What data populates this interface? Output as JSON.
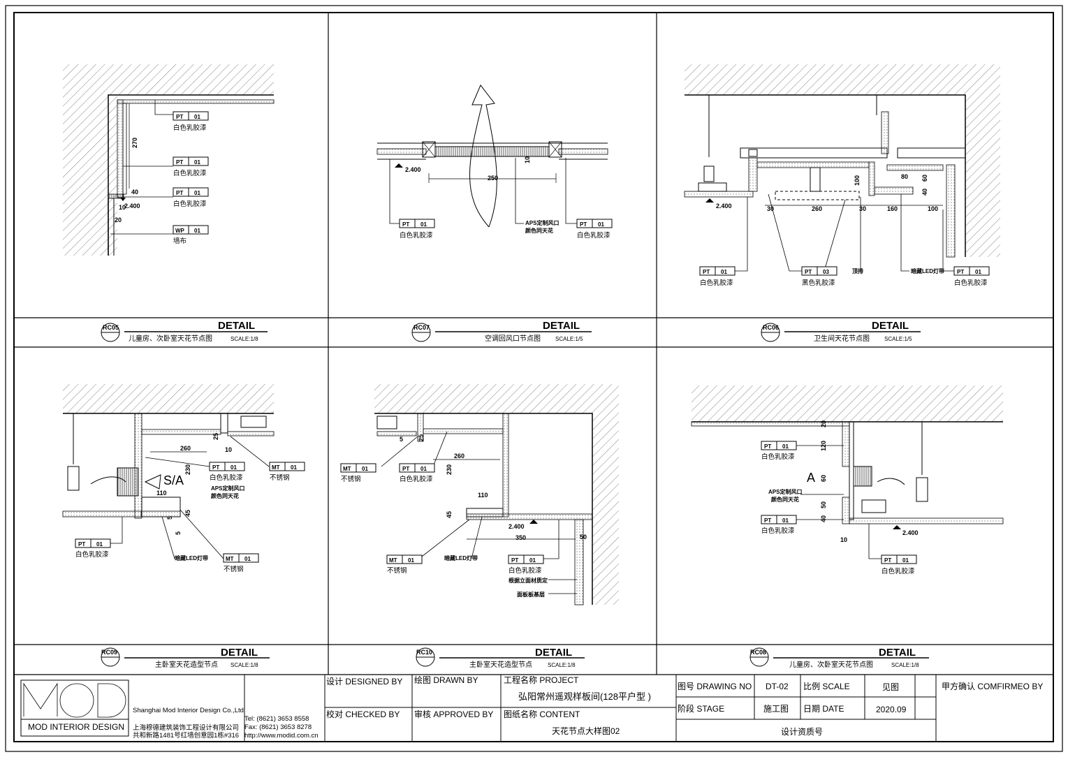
{
  "panels": [
    {
      "id": "RC05",
      "detail": "DETAIL",
      "title": "儿童房、次卧室天花节点图",
      "scale": "SCALE:1/8"
    },
    {
      "id": "RC07",
      "detail": "DETAIL",
      "title": "空调回风口节点图",
      "scale": "SCALE:1/5"
    },
    {
      "id": "RC06",
      "detail": "DETAIL",
      "title": "卫生间天花节点图",
      "scale": "SCALE:1/5"
    },
    {
      "id": "RC09",
      "detail": "DETAIL",
      "title": "主卧室天花造型节点",
      "scale": "SCALE:1/8"
    },
    {
      "id": "RC10",
      "detail": "DETAIL",
      "title": "主卧室天花造型节点",
      "scale": "SCALE:1/8"
    },
    {
      "id": "RC08",
      "detail": "DETAIL",
      "title": "儿童房、次卧室天花节点图",
      "scale": "SCALE:1/8"
    }
  ],
  "materials": {
    "pt": "PT",
    "mt": "MT",
    "wp": "WP",
    "code01": "01",
    "code03": "03",
    "white": "白色乳胶漆",
    "black": "黑色乳胶漆",
    "steel": "不锈钢",
    "wallcloth": "墙布"
  },
  "notes": {
    "aps": "APS定制风口",
    "aps2": "颜色同天花",
    "led": "暗藏LED灯带",
    "fan": "顶排",
    "keel": "根据立面材质定",
    "base": "面板板基层",
    "sa": "S/A",
    "a": "A"
  },
  "dims": {
    "p1": [
      "270",
      "40",
      "10",
      "2.400",
      "20"
    ],
    "p2": [
      "2.400",
      "250",
      "10"
    ],
    "p3": [
      "2.400",
      "30",
      "260",
      "30",
      "160",
      "100",
      "100",
      "80",
      "60",
      "40"
    ],
    "p4": [
      "260",
      "25",
      "10",
      "230",
      "110",
      "5",
      "45",
      "5"
    ],
    "p5": [
      "5",
      "25",
      "260",
      "230",
      "110",
      "45",
      "2.400",
      "350",
      "50"
    ],
    "p6": [
      "20",
      "120",
      "60",
      "50",
      "40",
      "10",
      "2.400"
    ]
  },
  "title_block": {
    "company_en": "Shanghai Mod Interior Design Co.,Ltd",
    "company_cn": "上海穆德建筑装饰工程设计有限公司",
    "address": "共和新路1481号红墙创意园1栋#316",
    "tel": "Tel: (8621) 3653 8558",
    "fax": "Fax: (8621) 3653 8278",
    "web": "http://www.modid.com.cn",
    "logo_text": "MOD INTERIOR DESIGN",
    "designed_by": "设计 DESIGNED BY",
    "drawn_by": "绘图 DRAWN BY",
    "checked_by": "校对 CHECKED BY",
    "approved_by": "审核 APPROVED BY",
    "project_label": "工程名称 PROJECT",
    "project": "弘阳常州遥观样板间(128平户型 )",
    "content_label": "图纸名称 CONTENT",
    "content": "天花节点大样图02",
    "drawing_no_label": "图号 DRAWING NO",
    "drawing_no": "DT-02",
    "scale_label": "比例 SCALE",
    "scale": "见图",
    "stage_label": "阶段 STAGE",
    "stage": "施工图",
    "date_label": "日期 DATE",
    "date": "2020.09",
    "qualification": "设计资质号",
    "confirm": "甲方确认 COMFIRMEO BY"
  }
}
